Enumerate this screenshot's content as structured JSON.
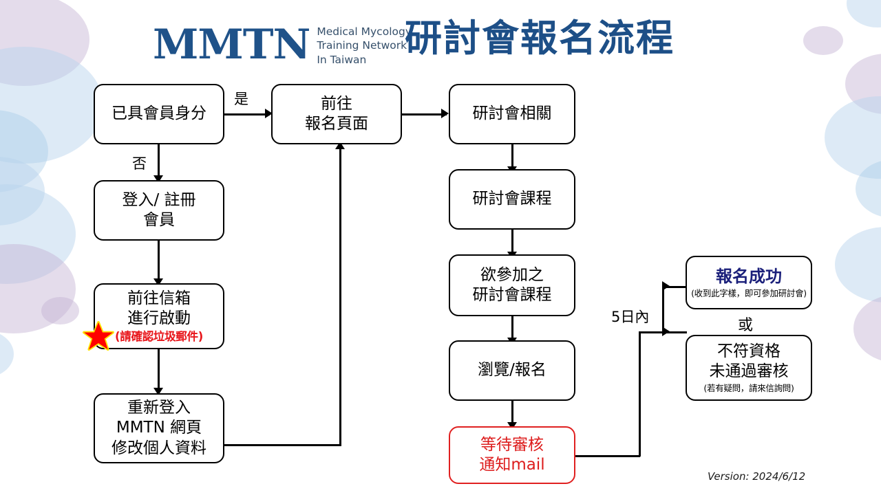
{
  "header": {
    "logo_mark": "MMTN",
    "logo_subtitle_lines": [
      "Medical Mycology",
      "Training Network",
      "In Taiwan"
    ],
    "title": "研討會報名流程",
    "title_color": "#1d4f87",
    "logo_color": "#1f5289"
  },
  "nodes": {
    "member_check": {
      "line1": "已具會員身分"
    },
    "login_register": {
      "line1": "登入/ 註冊",
      "line2": "會員"
    },
    "activate_mail": {
      "line1": "前往信箱",
      "line2": "進行啟動",
      "note": "(請確認垃圾郵件)",
      "note_color": "#e8151a"
    },
    "relogin_profile": {
      "line1": "重新登入",
      "line2": "MMTN 網頁",
      "line3": "修改個人資料"
    },
    "go_signup_page": {
      "line1": "前往",
      "line2": "報名頁面"
    },
    "seminar_related": {
      "line1": "研討會相關"
    },
    "seminar_courses": {
      "line1": "研討會課程"
    },
    "desired_courses": {
      "line1": "欲參加之",
      "line2": "研討會課程"
    },
    "browse_signup": {
      "line1": "瀏覽/報名"
    },
    "await_review": {
      "line1": "等待審核",
      "line2": "通知mail",
      "color": "#dd1c1c"
    },
    "success": {
      "title": "報名成功",
      "note": "(收到此字樣，即可參加研討會)",
      "title_color": "#1a1f7a"
    },
    "rejected": {
      "line1": "不符資格",
      "line2": "未通過審核",
      "note": "(若有疑問，請來信詢問)"
    }
  },
  "edge_labels": {
    "yes": "是",
    "no": "否",
    "within_5_days": "5日內",
    "or": "或"
  },
  "footer": {
    "version": "Version: 2024/6/12"
  },
  "icons": {
    "star": "star-icon"
  }
}
